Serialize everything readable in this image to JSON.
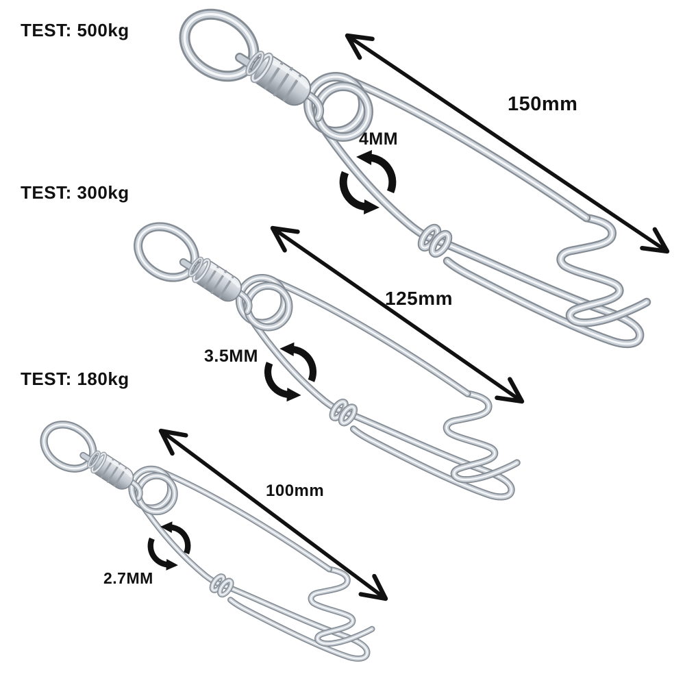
{
  "page": {
    "background": "#ffffff",
    "description": "Stainless steel longline snap swivel size comparison diagram with three sizes"
  },
  "annotation_color": "#111111",
  "metal_colors": {
    "edge": "#858c94",
    "body": "#c9cfd6",
    "highlight": "#f5f7f9"
  },
  "clips": [
    {
      "test_label": "TEST: 500kg",
      "length_label": "150mm",
      "wire_diameter_label": "4MM"
    },
    {
      "test_label": "TEST: 300kg",
      "length_label": "125mm",
      "wire_diameter_label": "3.5MM"
    },
    {
      "test_label": "TEST: 180kg",
      "length_label": "100mm",
      "wire_diameter_label": "2.7MM"
    }
  ]
}
